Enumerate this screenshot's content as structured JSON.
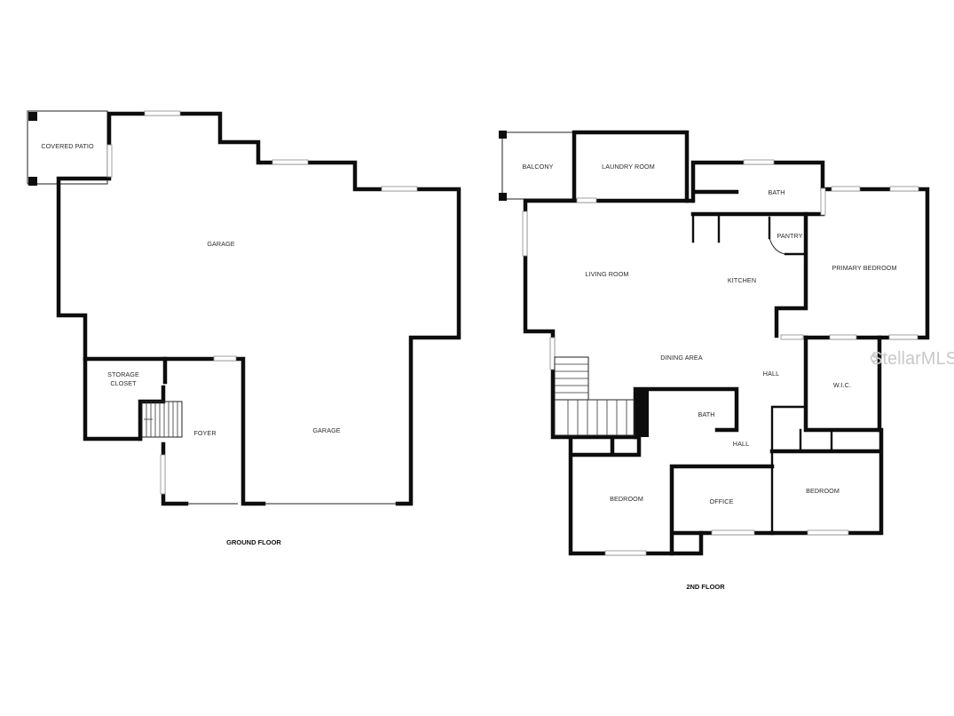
{
  "ground_floor": {
    "title": "GROUND FLOOR",
    "rooms": {
      "covered_patio": "COVERED PATIO",
      "garage_upper": "GARAGE",
      "storage_line1": "STORAGE",
      "storage_line2": "CLOSET",
      "foyer": "FOYER",
      "garage_lower": "GARAGE"
    }
  },
  "second_floor": {
    "title": "2ND FLOOR",
    "rooms": {
      "balcony": "BALCONY",
      "laundry": "LAUNDRY ROOM",
      "bath_upper": "BATH",
      "pantry": "PANTRY",
      "living": "LIVING ROOM",
      "kitchen": "KITCHEN",
      "primary_bedroom": "PRIMARY BEDROOM",
      "dining": "DINING AREA",
      "hall_upper": "HALL",
      "wic": "W.I.C.",
      "bath_lower": "BATH",
      "hall_lower": "HALL",
      "bedroom_left": "BEDROOM",
      "office": "OFFICE",
      "bedroom_right": "BEDROOM"
    }
  },
  "watermark": "StellarMLS",
  "colors": {
    "wall": "#0d0d0d",
    "window": "#8a8a8a",
    "watermark": "#c9c9c9",
    "background": "#ffffff"
  }
}
